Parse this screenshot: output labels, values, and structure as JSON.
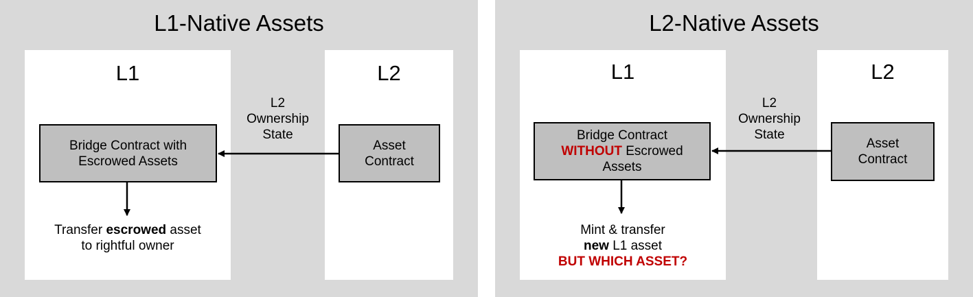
{
  "left_panel": {
    "title": "L1-Native Assets",
    "l1_label": "L1",
    "l2_label": "L2",
    "edge_label": [
      "L2",
      "Ownership",
      "State"
    ],
    "bridge_box": [
      "Bridge Contract with",
      "Escrowed Assets"
    ],
    "asset_box": [
      "Asset",
      "Contract"
    ],
    "result": {
      "line1_a": "Transfer ",
      "line1_bold": "escrowed",
      "line1_b": " asset",
      "line2": "to rightful owner"
    }
  },
  "right_panel": {
    "title": "L2-Native Assets",
    "l1_label": "L1",
    "l2_label": "L2",
    "edge_label": [
      "L2",
      "Ownership",
      "State"
    ],
    "bridge_box": {
      "line1": "Bridge Contract",
      "line2_red": "WITHOUT",
      "line2_rest": " Escrowed",
      "line3": "Assets"
    },
    "asset_box": [
      "Asset",
      "Contract"
    ],
    "result": {
      "line1": "Mint & transfer",
      "line2_bold": "new",
      "line2_rest": " L1 asset",
      "line3_red": "BUT WHICH ASSET?"
    }
  },
  "colors": {
    "panel_bg": "#d9d9d9",
    "column_bg": "#ffffff",
    "box_fill": "#bfbfbf",
    "highlight_red": "#c00000"
  }
}
